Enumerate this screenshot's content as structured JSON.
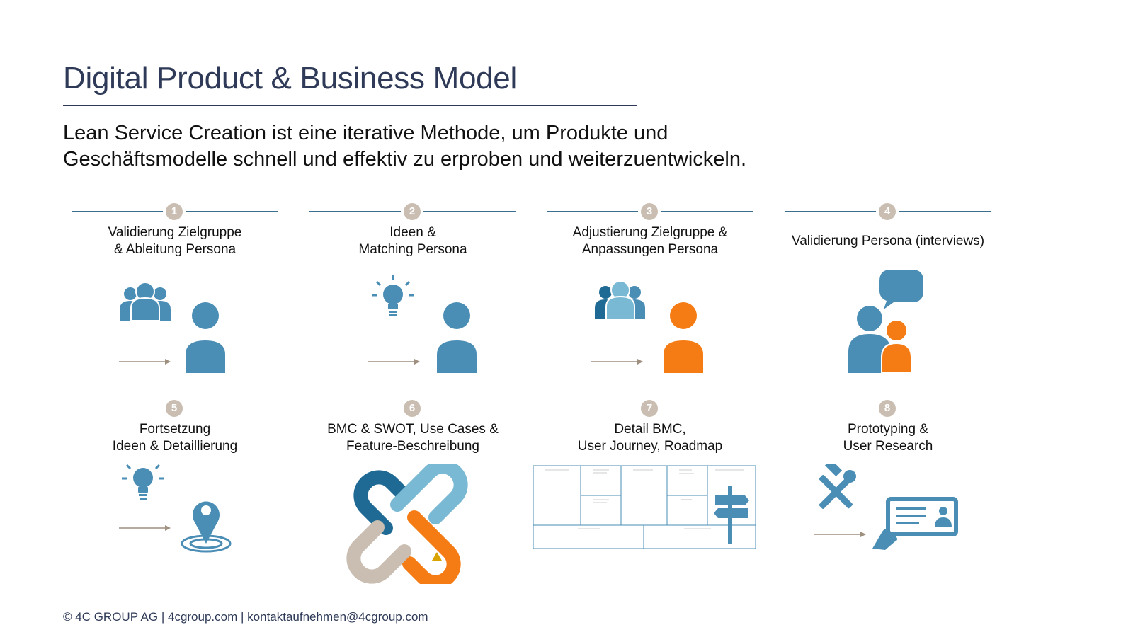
{
  "title": "Digital Product & Business Model",
  "subtitle": {
    "line1": "Lean Service Creation ist eine iterative Methode, um Produkte und",
    "line2": "Geschäftsmodelle schnell und effektiv zu erproben und weiterzuentwickeln."
  },
  "steps": [
    {
      "number": "1",
      "line1": "Validierung Zielgruppe",
      "line2": "& Ableitung Persona"
    },
    {
      "number": "2",
      "line1": "Ideen &",
      "line2": "Matching Persona"
    },
    {
      "number": "3",
      "line1": "Adjustierung Zielgruppe &",
      "line2": "Anpassungen Persona"
    },
    {
      "number": "4",
      "line1": "Validierung Persona (interviews)"
    },
    {
      "number": "5",
      "line1": "Fortsetzung",
      "line2": "Ideen & Detaillierung"
    },
    {
      "number": "6",
      "line1": "BMC & SWOT, Use Cases &",
      "line2": "Feature-Beschreibung"
    },
    {
      "number": "7",
      "line1": "Detail BMC,",
      "line2": "User Journey, Roadmap"
    },
    {
      "number": "8",
      "line1": "Prototyping &",
      "line2": "User Research"
    }
  ],
  "footer": {
    "copyright": "© 4C GROUP AG",
    "sep1": "|",
    "website": "4cgroup.com",
    "sep2": "|",
    "email": "kontaktaufnehmen@4cgroup.com"
  },
  "colors": {
    "blue": "#4a8db5",
    "orange": "#f57c14",
    "light_blue": "#7ab9d3",
    "dark_blue": "#1f6a94",
    "beige": "#c9beb1",
    "navy": "#2e3a57"
  },
  "icons": [
    "group-icon",
    "person-icon",
    "lightbulb-icon",
    "arrow-right-icon",
    "speech-bubble-icon",
    "map-pin-icon",
    "chain-knot-icon",
    "business-model-canvas-icon",
    "signpost-icon",
    "tools-icon",
    "id-card-icon"
  ]
}
